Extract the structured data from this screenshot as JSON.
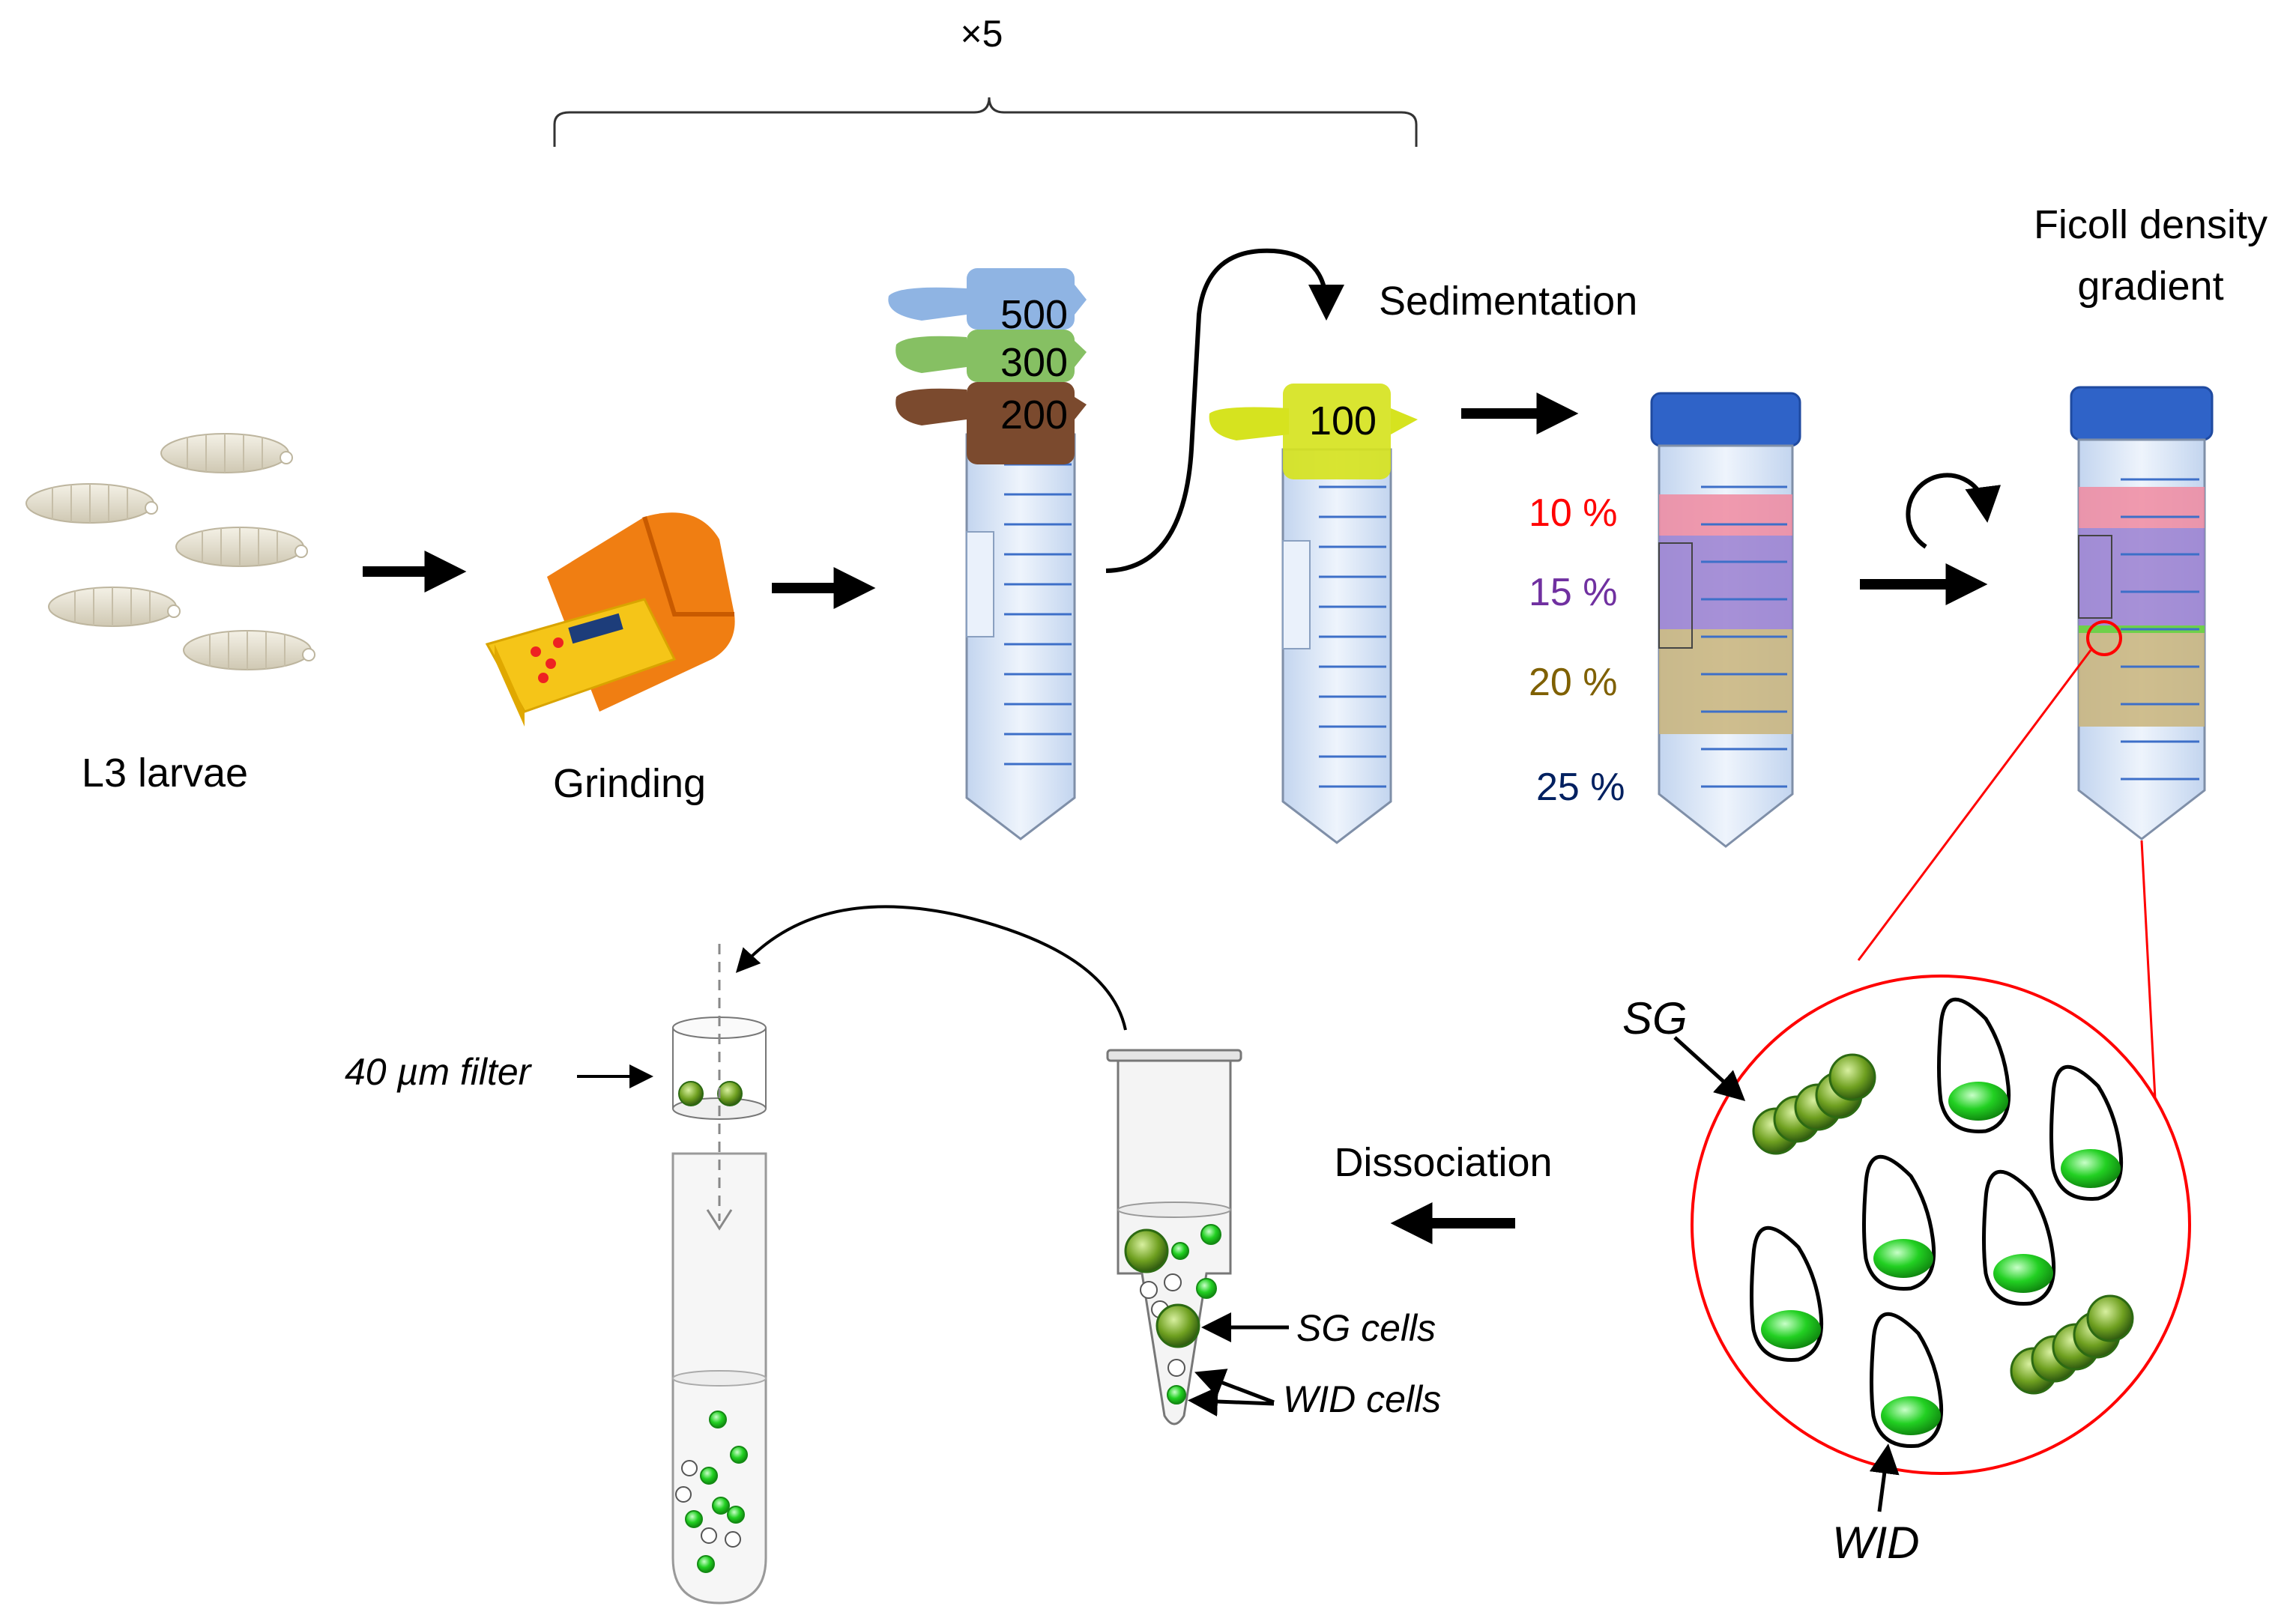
{
  "repeat_label": "×5",
  "steps": {
    "larvae": "L3 larvae",
    "grinding": "Grinding",
    "sedimentation": "Sedimentation",
    "ficoll_line1": "Ficoll density",
    "ficoll_line2": "gradient",
    "dissociation": "Dissociation"
  },
  "sieves": [
    "500",
    "300",
    "200",
    "100"
  ],
  "gradient": [
    {
      "label": "10 %",
      "color": "#ff0000"
    },
    {
      "label": "15 %",
      "color": "#7030a0"
    },
    {
      "label": "20 %",
      "color": "#7f6000"
    },
    {
      "label": "25 %",
      "color": "#002060"
    }
  ],
  "zoom": {
    "sg": "SG",
    "wid": "WID"
  },
  "cells": {
    "sg_cells": "SG cells",
    "wid_cells": "WID cells",
    "filter": "40 µm filter"
  },
  "colors": {
    "sieve_500": "#8fb4e3",
    "sieve_300": "#86c063",
    "sieve_200": "#7b4a2e",
    "sieve_100": "#d6e31f",
    "cap": "#2f63c8",
    "tube": "#d6e4f7",
    "band_10": "#f08aa0",
    "band_15": "#9a7fd0",
    "band_20": "#c9b47a",
    "green_cell": "#2fd12f",
    "red_ring": "#ff0000",
    "grinder": "#f07e12"
  }
}
